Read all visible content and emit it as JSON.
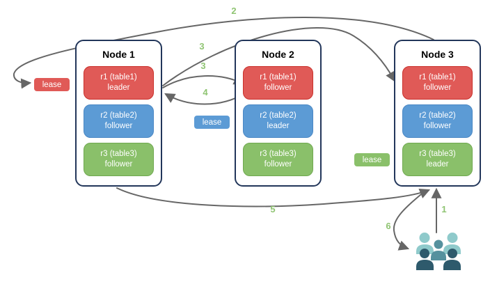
{
  "diagram": {
    "nodes": [
      {
        "title": "Node 1",
        "replicas": [
          {
            "label": "r1 (table1)",
            "role": "leader",
            "color": "#E05A57"
          },
          {
            "label": "r2 (table2)",
            "role": "follower",
            "color": "#5C9BD5"
          },
          {
            "label": "r3 (table3)",
            "role": "follower",
            "color": "#8AC06A"
          }
        ]
      },
      {
        "title": "Node 2",
        "replicas": [
          {
            "label": "r1 (table1)",
            "role": "follower",
            "color": "#E05A57"
          },
          {
            "label": "r2 (table2)",
            "role": "leader",
            "color": "#5C9BD5"
          },
          {
            "label": "r3 (table3)",
            "role": "follower",
            "color": "#8AC06A"
          }
        ]
      },
      {
        "title": "Node 3",
        "replicas": [
          {
            "label": "r1 (table1)",
            "role": "follower",
            "color": "#E05A57"
          },
          {
            "label": "r2 (table2)",
            "role": "follower",
            "color": "#5C9BD5"
          },
          {
            "label": "r3 (table3)",
            "role": "leader",
            "color": "#8AC06A"
          }
        ]
      }
    ],
    "leases": [
      {
        "label": "lease",
        "color": "#E05A57"
      },
      {
        "label": "lease",
        "color": "#5C9BD5"
      },
      {
        "label": "lease",
        "color": "#8AC06A"
      }
    ],
    "steps": [
      {
        "text": "1"
      },
      {
        "text": "2"
      },
      {
        "text": "3"
      },
      {
        "text": "3"
      },
      {
        "text": "4"
      },
      {
        "text": "5"
      },
      {
        "text": "6"
      }
    ],
    "icons": {
      "users_group": "users-group-icon"
    },
    "colors": {
      "node_border": "#22365A",
      "arrow": "#666666",
      "step_label": "#8FC472",
      "users_light": "#8FCACB",
      "users_medium": "#55919E",
      "users_dark": "#2E5A6C"
    }
  }
}
